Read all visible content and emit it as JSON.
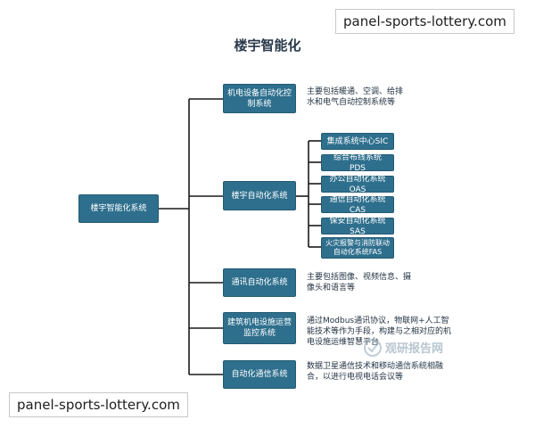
{
  "title": "楼宇智能化",
  "root": "楼宇智能化系统",
  "branches": [
    {
      "label": "机电设备自动化控制系统",
      "desc": "主要包括暖通、空调、给排水和电气自动控制系统等"
    },
    {
      "label": "楼宇自动化系统",
      "desc": ""
    },
    {
      "label": "通讯自动化系统",
      "desc": "主要包括图像、视频信息、摄像头和语言等"
    },
    {
      "label": "建筑机电设施运营监控系统",
      "desc": "通过Modbus通讯协议，物联网+人工智能技术等作为手段，构建与之相对应的机电设施运维智慧平台"
    },
    {
      "label": "自动化通信系统",
      "desc": "数据卫星通信技术和移动通信系统相融合，以进行电视电话会议等"
    }
  ],
  "subsystems": [
    "集成系统中心SIC",
    "综合布线系统PDS",
    "办公自动化系统OAS",
    "通信自动化系统CAS",
    "保安自动化系统SAS",
    "火灾报警与消防联动自动化系统FAS"
  ],
  "watermarks": {
    "top_badge": "panel-sports-lottery.com",
    "bottom_badge": "panel-sports-lottery.com",
    "logo_name": "观研报告网",
    "logo_url": "chinabaogao.com"
  }
}
